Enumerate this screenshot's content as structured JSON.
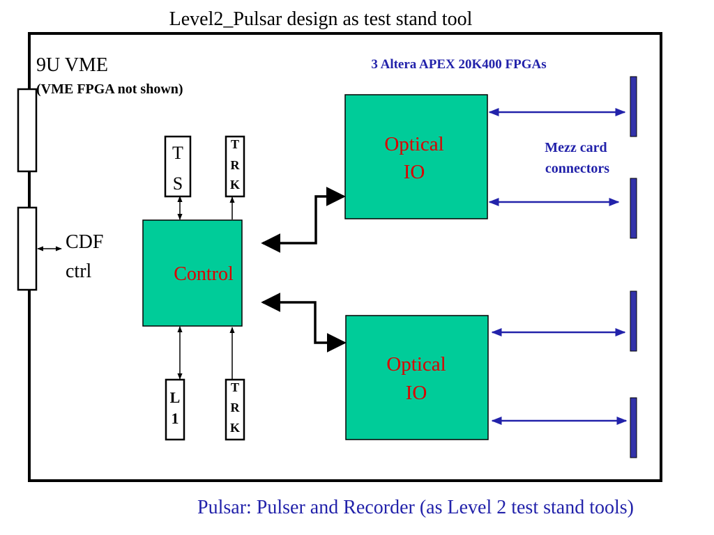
{
  "title": "Level2_Pulsar  design as test stand tool",
  "footer": "Pulsar:   Pulser and Recorder (as Level 2 test stand tools)",
  "board": {
    "label": "9U VME",
    "sublabel": "(VME FPGA not shown)",
    "fpga_note": "3 Altera APEX 20K400 FPGAs"
  },
  "cdf_ctrl": {
    "line1": "CDF",
    "line2": "ctrl"
  },
  "control": {
    "label": "Control"
  },
  "optical_io_top": {
    "line1": "Optical",
    "line2": "IO"
  },
  "optical_io_bottom": {
    "line1": "Optical",
    "line2": "IO"
  },
  "ts_box": {
    "line1": "T",
    "line2": "S"
  },
  "trk_top": {
    "l1": "T",
    "l2": "R",
    "l3": "K"
  },
  "trk_bottom": {
    "l1": "T",
    "l2": "R",
    "l3": "K"
  },
  "l1_box": {
    "line1": "L",
    "line2": "1"
  },
  "mezz": {
    "line1": "Mezz card",
    "line2": "connectors"
  },
  "colors": {
    "block_fill": "#00cc99",
    "red_text": "#dd0000",
    "blue": "#2222aa",
    "connector_fill": "#3333aa"
  }
}
